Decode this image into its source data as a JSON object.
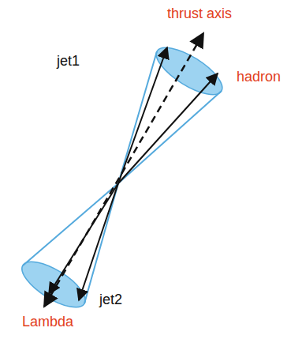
{
  "diagram": {
    "labels": [
      "thrust axis",
      "jet1",
      "hadron",
      "jet2",
      "Lambda"
    ]
  }
}
